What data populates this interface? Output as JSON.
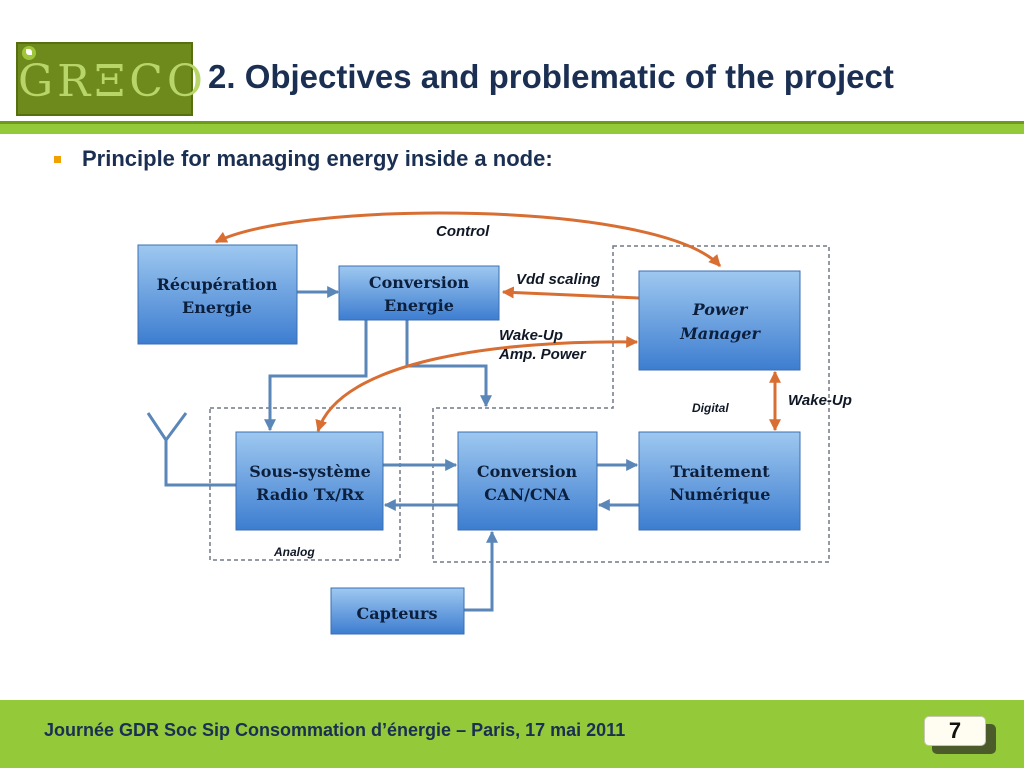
{
  "logo": {
    "text": "GRΞCO"
  },
  "slide": {
    "title": "2. Objectives and problematic of the project",
    "bullet": "Principle for managing energy inside a node:"
  },
  "diagram": {
    "boxes": {
      "recuperation": [
        "Récupération",
        "Energie"
      ],
      "conversion_energie": [
        "Conversion",
        "Energie"
      ],
      "power_manager": [
        "Power",
        "Manager"
      ],
      "radio": [
        "Sous-système",
        "Radio Tx/Rx"
      ],
      "can_cna": [
        "Conversion",
        "CAN/CNA"
      ],
      "traitement": [
        "Traitement",
        "Numérique"
      ],
      "capteurs": "Capteurs"
    },
    "labels": {
      "control": "Control",
      "vdd_scaling": "Vdd scaling",
      "wake_up_amp_line1": "Wake-Up",
      "wake_up_amp_line2": "Amp. Power",
      "wake_up": "Wake-Up",
      "digital": "Digital",
      "analog": "Analog"
    },
    "colors": {
      "box_fill_top": "#9ec8f0",
      "box_fill_bottom": "#3d7dd0",
      "data_arrow": "#5a86b8",
      "control_arrow": "#d86e32"
    }
  },
  "footer": {
    "text": "Journée GDR Soc Sip Consommation d’énergie – Paris, 17 mai 2011",
    "page": "7"
  }
}
